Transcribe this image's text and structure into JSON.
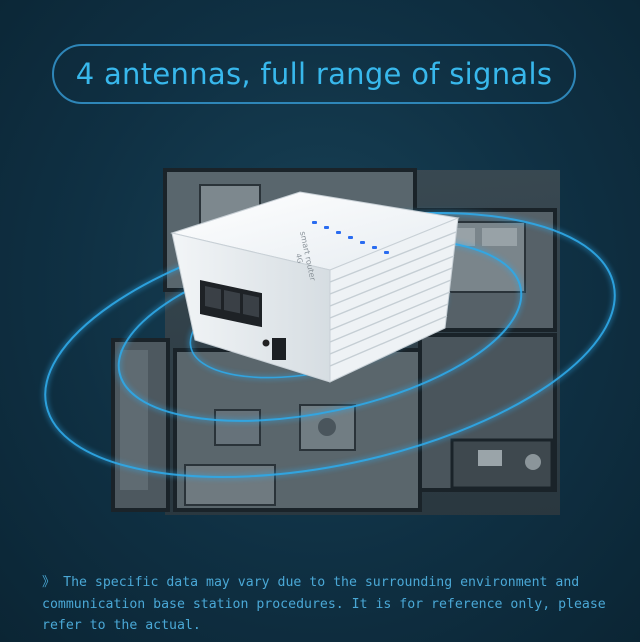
{
  "banner": {
    "title": "4 antennas, full range of signals"
  },
  "device": {
    "brand_text": "smart router",
    "model_text": "4G"
  },
  "footnote": {
    "prefix": "》",
    "text": "The specific data may vary due to the surrounding environment and communication base station procedures. It is for reference only, please refer to the actual."
  },
  "colors": {
    "background": "#0e2c3e",
    "accent": "#38b8ec",
    "signal_glow": "#2fa8e8",
    "indicator_led": "#2a6cf0"
  }
}
